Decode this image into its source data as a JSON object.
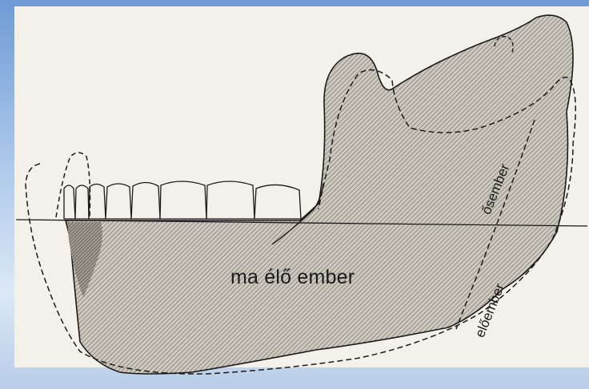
{
  "labels": {
    "modern_human": "ma élő ember",
    "early_human": "ősember",
    "pre_human": "előember"
  },
  "colors": {
    "ink": "#1a1a1a",
    "paper": "#f4f1ea",
    "hatch": "#8a8a8a",
    "sky": "#a9c6ea"
  }
}
